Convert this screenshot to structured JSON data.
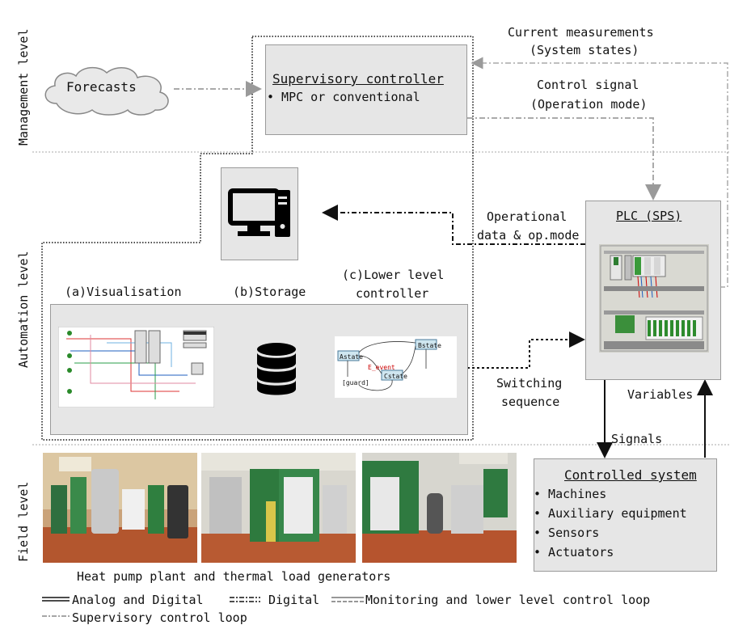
{
  "levels": {
    "management": "Management level",
    "automation": "Automation level",
    "field": "Field level"
  },
  "forecasts": "Forecasts",
  "supervisory": {
    "title": "Supervisory controller",
    "bullet": "• MPC or conventional"
  },
  "current_measurements": {
    "line1": "Current measurements",
    "line2": "(System states)"
  },
  "control_signal": {
    "line1": "Control signal",
    "line2": "(Operation mode)"
  },
  "operational": {
    "line1": "Operational",
    "line2": "data & op.mode"
  },
  "plc": {
    "title": "PLC (SPS)"
  },
  "automation_labels": {
    "visualisation": "(a)Visualisation",
    "storage": "(b)Storage",
    "lower1": "(c)Lower level",
    "lower2": "controller"
  },
  "state_diagram": {
    "s1": "Astate",
    "s2": "Bstate",
    "s3": "Cstate",
    "event": "E_event",
    "guard": "[guard]"
  },
  "switching": {
    "line1": "Switching",
    "line2": "sequence"
  },
  "variables": "Variables",
  "signals": "Signals",
  "controlled_system": {
    "title": "Controlled system",
    "items": [
      "• Machines",
      "• Auxiliary equipment",
      "• Sensors",
      "• Actuators"
    ]
  },
  "photos_caption": "Heat pump plant and thermal load generators",
  "legend": {
    "analog_digital": "Analog and Digital",
    "digital": "Digital",
    "monitoring": "Monitoring and lower level control loop",
    "supervisory": "Supervisory control loop"
  }
}
